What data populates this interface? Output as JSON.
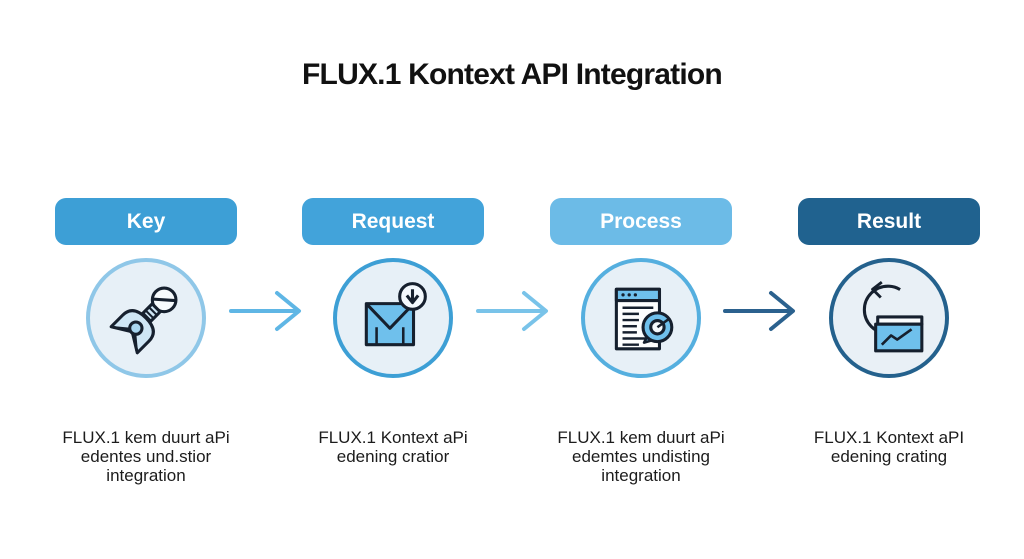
{
  "title": "FLUX.1 Kontext API Integration",
  "steps": [
    {
      "label": "Key",
      "icon": "key-icon",
      "caption": [
        "FLUX.1 kem duurt aPi",
        "edentes und.stior",
        "integration"
      ],
      "pill_color": "#3d9fd6",
      "circle_border": "#8fc7e8",
      "circle_fill": "#e7f0f7"
    },
    {
      "label": "Request",
      "icon": "envelope-download-icon",
      "caption": [
        "FLUX.1 Kontext aPi",
        "edening cratior"
      ],
      "pill_color": "#42a3da",
      "circle_border": "#3d9fd5",
      "circle_fill": "#e7f0f7"
    },
    {
      "label": "Process",
      "icon": "document-gauge-icon",
      "caption": [
        "FLUX.1 kem duurt aPi",
        "edemtes undisting",
        "integration"
      ],
      "pill_color": "#6cbbe7",
      "circle_border": "#55afdf",
      "circle_fill": "#e7f0f7"
    },
    {
      "label": "Result",
      "icon": "refresh-chart-icon",
      "caption": [
        "FLUX.1 Kontext aPI",
        "edening crating"
      ],
      "pill_color": "#20628f",
      "circle_border": "#24618d",
      "circle_fill": "#e9f0f6"
    }
  ],
  "arrows": [
    {
      "from": "Key",
      "to": "Request",
      "color": "#5fb6e5"
    },
    {
      "from": "Request",
      "to": "Process",
      "color": "#79c3e9"
    },
    {
      "from": "Process",
      "to": "Result",
      "color": "#2b618e"
    }
  ]
}
